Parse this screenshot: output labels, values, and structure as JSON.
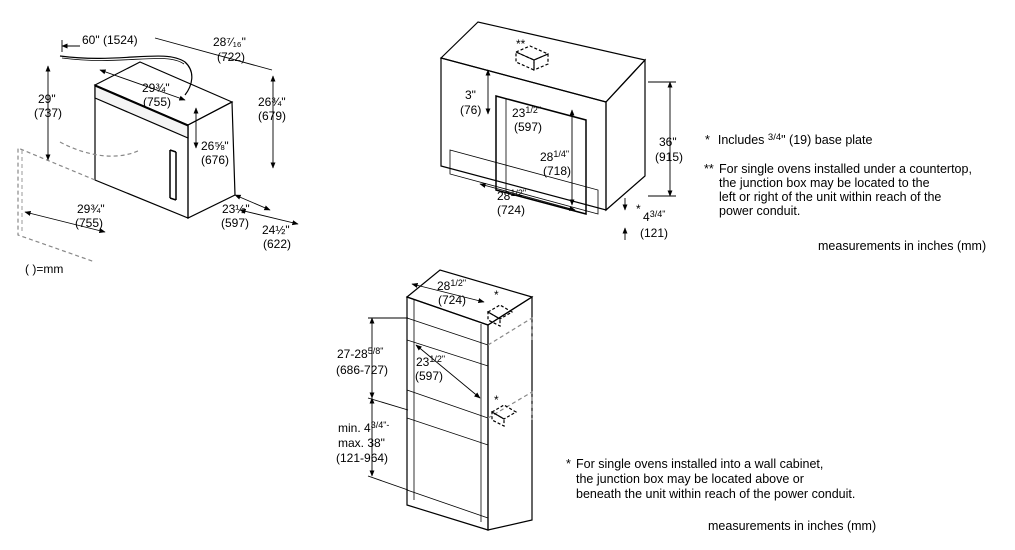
{
  "oven": {
    "cord_length": "60\" (1524)",
    "top_depth": {
      "in": "28⁷⁄₁₆\"",
      "mm": "(722)"
    },
    "inner_width": {
      "in": "29¾\"",
      "mm": "(755)"
    },
    "door_open_height": {
      "in": "29\"",
      "mm": "(737)"
    },
    "body_height": {
      "in": "26¾\"",
      "mm": "(679)"
    },
    "door_height": {
      "in": "26⅝\"",
      "mm": "(676)"
    },
    "front_width": {
      "in": "29¾\"",
      "mm": "(755)"
    },
    "body_depth": {
      "in": "23½\"",
      "mm": "(597)"
    },
    "overall_depth": {
      "in": "24½\"",
      "mm": "(622)"
    },
    "mm_key": "( )=mm"
  },
  "under_counter": {
    "junction_marker": "**",
    "top_gap": {
      "in": "3\"",
      "mm": "(76)"
    },
    "cutout_depth": {
      "whole": "23",
      "frac": "1/2\"",
      "mm": "(597)"
    },
    "cutout_height": {
      "whole": "28",
      "frac": "1/4\"",
      "mm": "(718)"
    },
    "cutout_width": {
      "whole": "28",
      "frac": "1/2\"",
      "mm": "(724)"
    },
    "cabinet_height": {
      "in": "36\"",
      "mm": "(915)"
    },
    "base_height": {
      "marker": "*",
      "whole": "4",
      "frac": "3/4\"",
      "mm": "(121)"
    },
    "note_base_plate": {
      "marker": "*",
      "pre": "Includes ",
      "frac": "3/4",
      "post": "\" (19) base plate"
    },
    "note_junction": {
      "marker": "**",
      "lines": [
        "For single ovens installed under a countertop,",
        "the junction box may be located to the",
        "left or right of the unit within reach of the",
        "power conduit."
      ]
    },
    "units": "measurements in inches (mm)"
  },
  "wall_cabinet": {
    "junction_marker_top": "*",
    "junction_marker_side": "*",
    "cutout_width": {
      "whole": "28",
      "frac": "1/2\"",
      "mm": "(724)"
    },
    "cutout_height": {
      "in": "27-28",
      "frac": "5/8\"",
      "mm": "(686-727)"
    },
    "cutout_depth": {
      "whole": "23",
      "frac": "1/2\"",
      "mm": "(597)"
    },
    "bottom_height": {
      "line1_pre": "min. 4",
      "line1_frac": "3/4\"-",
      "line2": "max. 38\"",
      "mm": "(121-964)"
    },
    "note": {
      "marker": "*",
      "lines": [
        "For single ovens installed into a wall cabinet,",
        "the junction box may be located above or",
        "beneath the unit within reach of the power conduit."
      ]
    },
    "units": "measurements in inches (mm)"
  }
}
